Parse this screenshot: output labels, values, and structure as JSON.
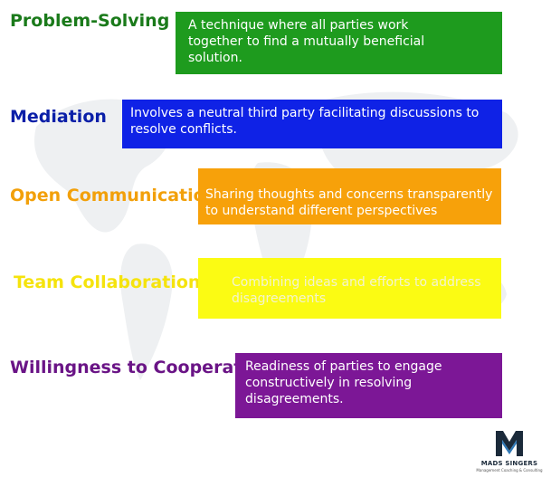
{
  "colors": {
    "green": "#1e9b1e",
    "blue": "#0f22e6",
    "orange": "#f7a10a",
    "yellow": "#fbfb13",
    "purple": "#7c1796",
    "term_green": "#1a7a1a",
    "term_blue": "#0a1fa8",
    "term_orange": "#f2a00a",
    "term_yellow": "#f5e30d",
    "term_purple": "#6a1486"
  },
  "items": [
    {
      "term": "Problem-Solving",
      "description": "A technique where all parties work together to find a mutually beneficial solution."
    },
    {
      "term": "Mediation",
      "description": "Involves a neutral third party facilitating discussions to resolve conflicts."
    },
    {
      "term": "Open Communication",
      "description": "Sharing thoughts and concerns transparently to understand different perspectives"
    },
    {
      "term": "Team Collaboration",
      "description": "Combining ideas and efforts to address disagreements"
    },
    {
      "term": "Willingness to Cooperate",
      "description": "Readiness of parties to engage constructively in resolving disagreements."
    }
  ],
  "logo": {
    "name": "MADS SINGERS",
    "tagline": "Management Coaching & Consulting",
    "icon": "m-monogram-icon"
  }
}
